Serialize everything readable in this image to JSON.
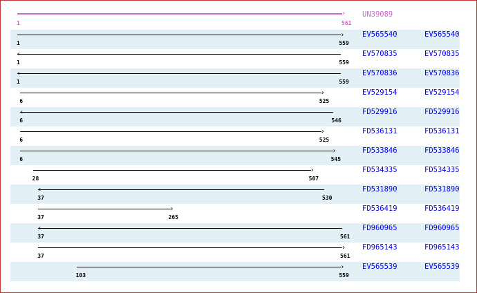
{
  "query": {
    "id": "UN39089",
    "start": 1,
    "end": 561,
    "color": "#cc66cc"
  },
  "scale": {
    "min": 1,
    "max": 561
  },
  "hits": [
    {
      "id": "EV565540",
      "link": "EV565540",
      "start": 1,
      "end": 559,
      "strand": "forward"
    },
    {
      "id": "EV570835",
      "link": "EV570835",
      "start": 1,
      "end": 559,
      "strand": "reverse"
    },
    {
      "id": "EV570836",
      "link": "EV570836",
      "start": 1,
      "end": 559,
      "strand": "reverse"
    },
    {
      "id": "EV529154",
      "link": "EV529154",
      "start": 6,
      "end": 525,
      "strand": "forward"
    },
    {
      "id": "FD529916",
      "link": "FD529916",
      "start": 6,
      "end": 546,
      "strand": "reverse"
    },
    {
      "id": "FD536131",
      "link": "FD536131",
      "start": 6,
      "end": 525,
      "strand": "forward"
    },
    {
      "id": "FD533846",
      "link": "FD533846",
      "start": 6,
      "end": 545,
      "strand": "forward"
    },
    {
      "id": "FD534335",
      "link": "FD534335",
      "start": 28,
      "end": 507,
      "strand": "forward"
    },
    {
      "id": "FD531890",
      "link": "FD531890",
      "start": 37,
      "end": 530,
      "strand": "reverse"
    },
    {
      "id": "FD536419",
      "link": "FD536419",
      "start": 37,
      "end": 265,
      "strand": "forward"
    },
    {
      "id": "FD960965",
      "link": "FD960965",
      "start": 37,
      "end": 561,
      "strand": "reverse"
    },
    {
      "id": "FD965143",
      "link": "FD965143",
      "start": 37,
      "end": 561,
      "strand": "forward"
    },
    {
      "id": "EV565539",
      "link": "EV565539",
      "start": 103,
      "end": 559,
      "strand": "forward"
    }
  ],
  "colors": {
    "shade": "#e3f0f5",
    "link": "#0000ee",
    "border": "#c0393b"
  }
}
